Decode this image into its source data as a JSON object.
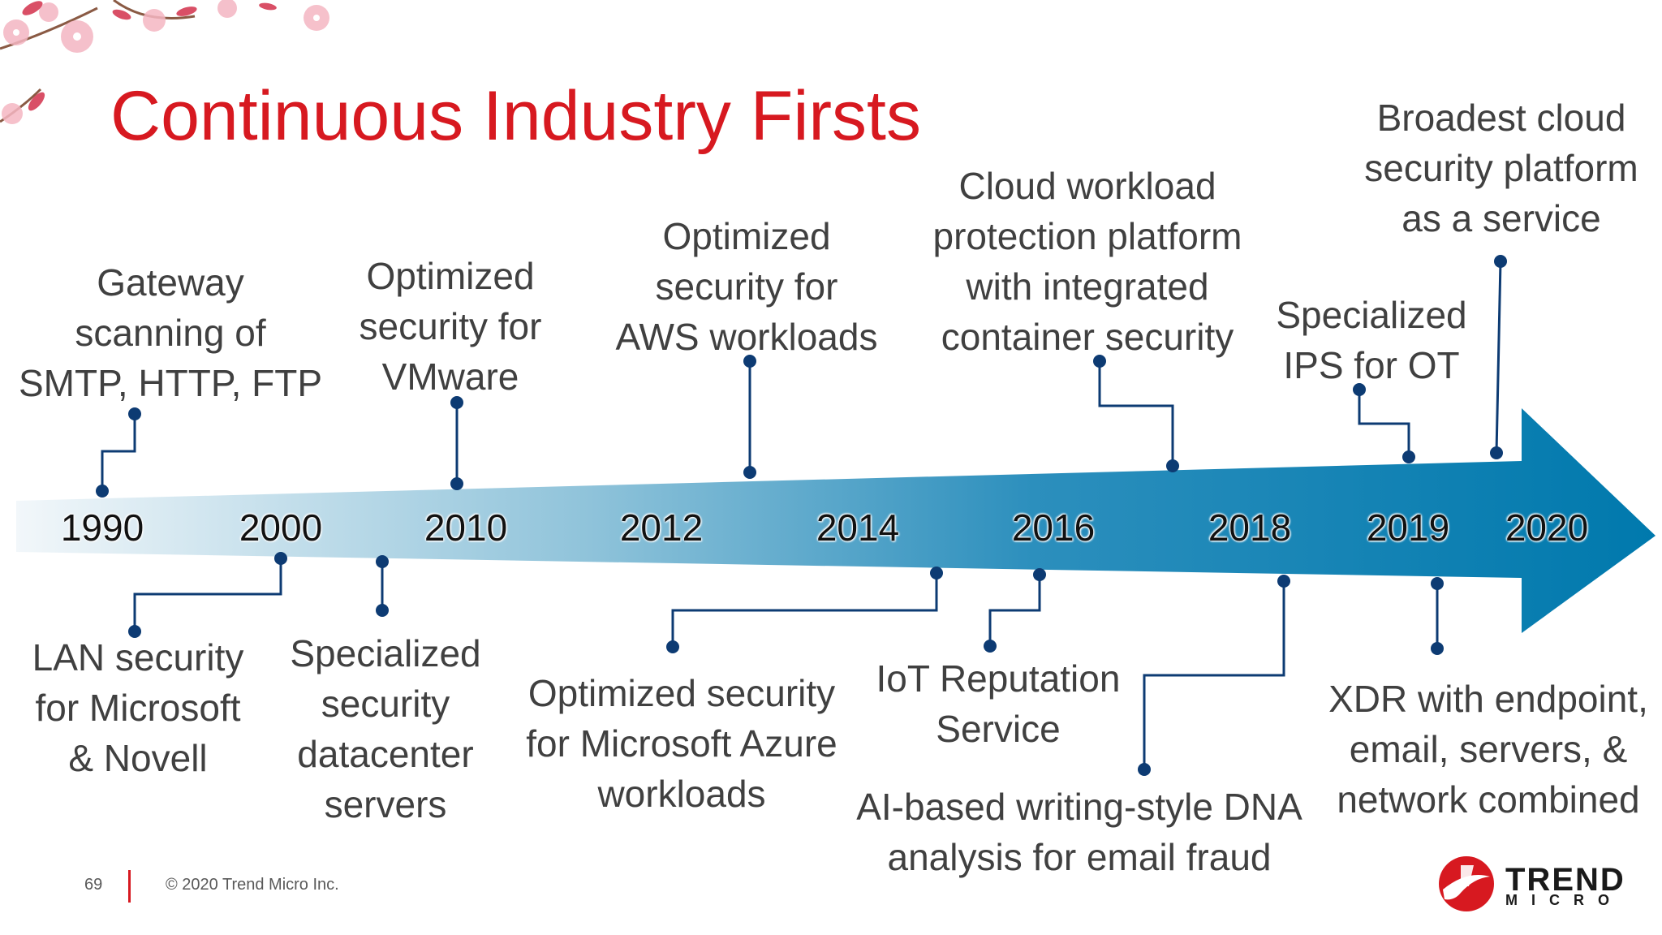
{
  "title": "Continuous Industry Firsts",
  "years": [
    "1990",
    "2000",
    "2010",
    "2012",
    "2014",
    "2016",
    "2018",
    "2019",
    "2020"
  ],
  "milestones_above": [
    "Gateway\nscanning of\nSMTP, HTTP, FTP",
    "Optimized\nsecurity for\nVMware",
    "Optimized\nsecurity for\nAWS workloads",
    "Cloud workload\nprotection platform\nwith integrated\ncontainer security",
    "Specialized\nIPS for OT",
    "Broadest cloud\nsecurity platform\nas a service"
  ],
  "milestones_below": [
    "LAN security\nfor Microsoft\n& Novell",
    "Specialized\nsecurity\ndatacenter\nservers",
    "Optimized security\nfor Microsoft Azure\nworkloads",
    "IoT Reputation\nService",
    "AI-based writing-style DNA\nanalysis for email fraud",
    "XDR with endpoint,\nemail, servers, &\nnetwork combined"
  ],
  "footer": {
    "page_number": "69",
    "copyright": "© 2020 Trend Micro Inc."
  },
  "logo": {
    "name": "TREND",
    "sub": "MICRO"
  },
  "colors": {
    "title": "#d71920",
    "arrow_dark": "#0079ad",
    "arrow_light": "#f2f7fa",
    "connector": "#0d3b73",
    "accent_red": "#d71920"
  }
}
